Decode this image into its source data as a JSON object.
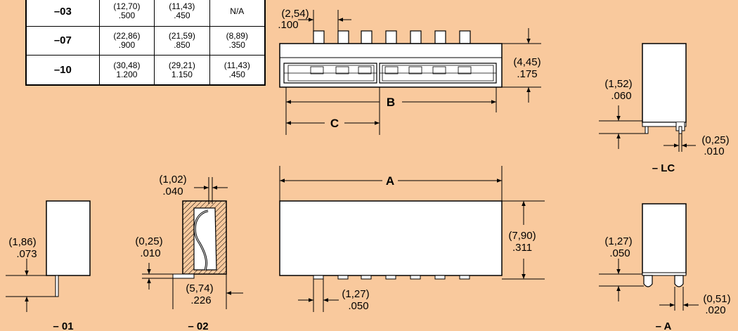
{
  "table": {
    "rows": [
      {
        "code": "–03",
        "cells": [
          [
            "(12,70)",
            ".500"
          ],
          [
            "(11,43)",
            ".450"
          ],
          [
            "N/A",
            ""
          ]
        ]
      },
      {
        "code": "–07",
        "cells": [
          [
            "(22,86)",
            ".900"
          ],
          [
            "(21,59)",
            ".850"
          ],
          [
            "(8,89)",
            ".350"
          ]
        ]
      },
      {
        "code": "–10",
        "cells": [
          [
            "(30,48)",
            "1.200"
          ],
          [
            "(29,21)",
            "1.150"
          ],
          [
            "(11,43)",
            ".450"
          ]
        ]
      }
    ]
  },
  "top_view": {
    "pitch": [
      "(2,54)",
      ".100"
    ],
    "height": [
      "(4,45)",
      ".175"
    ],
    "b_label": "B",
    "c_label": "C"
  },
  "side_lc": {
    "dim1": [
      "(1,52)",
      ".060"
    ],
    "dim2": [
      "(0,25)",
      ".010"
    ],
    "label": "– LC"
  },
  "side_a": {
    "dim1": [
      "(1,27)",
      ".050"
    ],
    "dim2": [
      "(0,51)",
      ".020"
    ],
    "label": "– A"
  },
  "front_view": {
    "a_label": "A",
    "height": [
      "(7,90)",
      ".311"
    ],
    "pitch": [
      "(1,27)",
      ".050"
    ]
  },
  "view_01": {
    "dim": [
      "(1,86)",
      ".073"
    ],
    "label": "– 01"
  },
  "view_02": {
    "dim_top": [
      "(1,02)",
      ".040"
    ],
    "dim_left": [
      "(0,25)",
      ".010"
    ],
    "dim_bottom": [
      "(5,74)",
      ".226"
    ],
    "label": "– 02"
  },
  "colors": {
    "background": "#F9C99D",
    "part": "#FFFFFF",
    "line": "#000000"
  }
}
